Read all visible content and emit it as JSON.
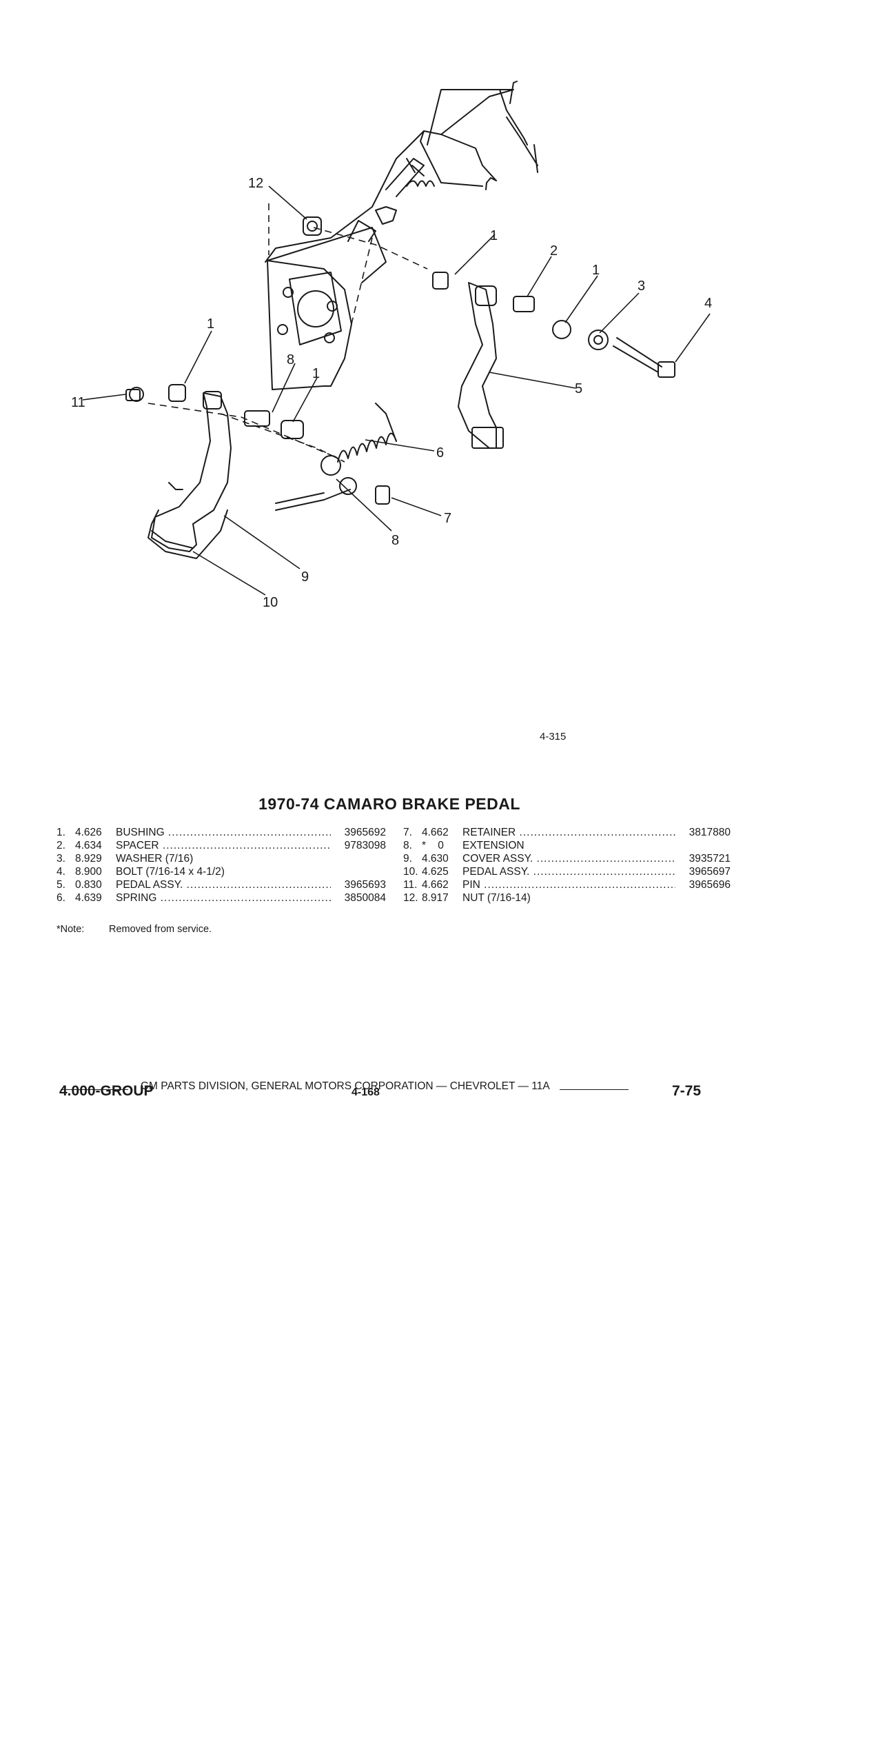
{
  "diagram": {
    "callouts": [
      "12",
      "1",
      "2",
      "1",
      "3",
      "4",
      "5",
      "1",
      "8",
      "1",
      "11",
      "6",
      "7",
      "8",
      "9",
      "10"
    ],
    "figure_number": "4-315"
  },
  "title": "1970-74 CAMARO BRAKE PEDAL",
  "parts_left": [
    {
      "num": "1.",
      "code": "4.626",
      "desc": "BUSHING",
      "part": "3965692"
    },
    {
      "num": "2.",
      "code": "4.634",
      "desc": "SPACER",
      "part": "9783098"
    },
    {
      "num": "3.",
      "code": "8.929",
      "desc": "WASHER (7/16)",
      "part": ""
    },
    {
      "num": "4.",
      "code": "8.900",
      "desc": "BOLT (7/16-14 x 4-1/2)",
      "part": ""
    },
    {
      "num": "5.",
      "code": "0.830",
      "desc": "PEDAL ASSY.",
      "part": "3965693"
    },
    {
      "num": "6.",
      "code": "4.639",
      "desc": "SPRING",
      "part": "3850084"
    }
  ],
  "parts_right": [
    {
      "num": "7.",
      "code": "4.662",
      "desc": "RETAINER",
      "part": "3817880"
    },
    {
      "num": "8.",
      "code": "*    0",
      "desc": "EXTENSION",
      "part": ""
    },
    {
      "num": "9.",
      "code": "4.630",
      "desc": "COVER ASSY.",
      "part": "3935721"
    },
    {
      "num": "10.",
      "code": "4.625",
      "desc": "PEDAL ASSY.",
      "part": "3965697"
    },
    {
      "num": "11.",
      "code": "4.662",
      "desc": "PIN",
      "part": "3965696"
    },
    {
      "num": "12.",
      "code": "8.917",
      "desc": "NUT (7/16-14)",
      "part": ""
    }
  ],
  "note": {
    "label": "*Note:",
    "text": "Removed from service."
  },
  "footer": {
    "corp": "GM PARTS DIVISION, GENERAL MOTORS CORPORATION — CHEVROLET — 11A",
    "group": "4.000-GROUP",
    "page": "4-168",
    "date": "7-75"
  }
}
